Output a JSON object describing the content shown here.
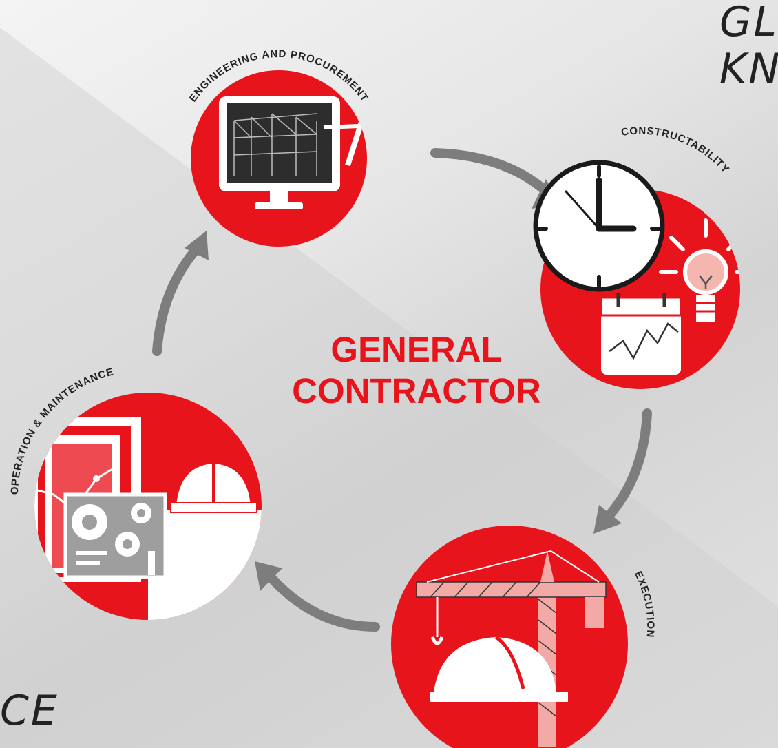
{
  "corner_text": {
    "top_right_line1": "GL",
    "top_right_line2": "KN",
    "bottom_left": "CE"
  },
  "center": {
    "line1": "GENERAL",
    "line2": "CONTRACTOR"
  },
  "stages": [
    {
      "label": "ENGINEERING AND PROCUREMENT",
      "icon": "monitor-compass-icon"
    },
    {
      "label": "CONSTRUCTABILITY",
      "icon": "clock-bulb-calendar-icon"
    },
    {
      "label": "EXECUTION",
      "icon": "crane-hardhat-icon"
    },
    {
      "label": "OPERATION & MAINTENANCE",
      "icon": "gears-worker-icon"
    }
  ],
  "colors": {
    "accent_red": "#e8141c",
    "arrow_gray": "#7d7d7d",
    "title_red": "#e8141c"
  }
}
